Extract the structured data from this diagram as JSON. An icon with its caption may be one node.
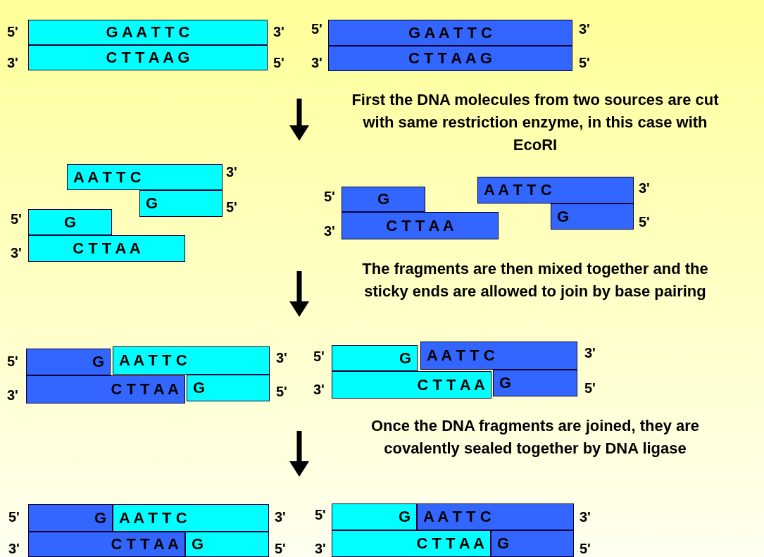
{
  "diagram": {
    "nodes": [
      {
        "text": [
          "G A A T T C"
        ]
      },
      {
        "text": [
          "C T T A A G"
        ]
      },
      {
        "text": [
          "G A A T T C"
        ]
      },
      {
        "text": [
          "C T T A A G"
        ]
      },
      {
        "text": [
          "A A T T C"
        ]
      },
      {
        "text": [
          "G"
        ]
      },
      {
        "text": [
          "G"
        ]
      },
      {
        "text": [
          "C T T A A"
        ]
      },
      {
        "text": [
          "G"
        ]
      },
      {
        "text": [
          "C T T A A"
        ]
      },
      {
        "text": [
          "A A T T C"
        ]
      },
      {
        "text": [
          "G"
        ]
      },
      {
        "text": [
          "G"
        ]
      },
      {
        "text": [
          "A A T T C"
        ]
      },
      {
        "text": [
          "C T T A A"
        ]
      },
      {
        "text": [
          "G"
        ]
      },
      {
        "text": [
          "G"
        ]
      },
      {
        "text": [
          "A A T T C"
        ]
      },
      {
        "text": [
          "C T T A A"
        ]
      },
      {
        "text": [
          "G"
        ]
      },
      {
        "text": [
          "G"
        ]
      },
      {
        "text": [
          "A A T T C"
        ]
      },
      {
        "text": [
          "C T T A A"
        ]
      },
      {
        "text": [
          "G"
        ]
      },
      {
        "text": [
          "G"
        ]
      },
      {
        "text": [
          "A A T T C"
        ]
      },
      {
        "text": [
          "C T T A A"
        ]
      },
      {
        "text": [
          "G"
        ]
      }
    ],
    "labels": [
      "5'",
      "3'",
      "3'",
      "5'",
      "5'",
      "3'",
      "3'",
      "5'",
      "First the DNA molecules from two sources are cut with same restriction enzyme, in this case with EcoRI",
      "3'",
      "5'",
      "5'",
      "3'",
      "5'",
      "3'",
      "3'",
      "5'",
      "The fragments are then mixed together and the sticky ends are allowed to join by base pairing",
      "5'",
      "3'",
      "3'",
      "5'",
      "5'",
      "3'",
      "3'",
      "5'",
      "Once the DNA fragments are joined, they are covalently sealed together by DNA ligase",
      "5'",
      "3'",
      "3'",
      "5'",
      "5'",
      "3'",
      "3'",
      "5'"
    ]
  }
}
